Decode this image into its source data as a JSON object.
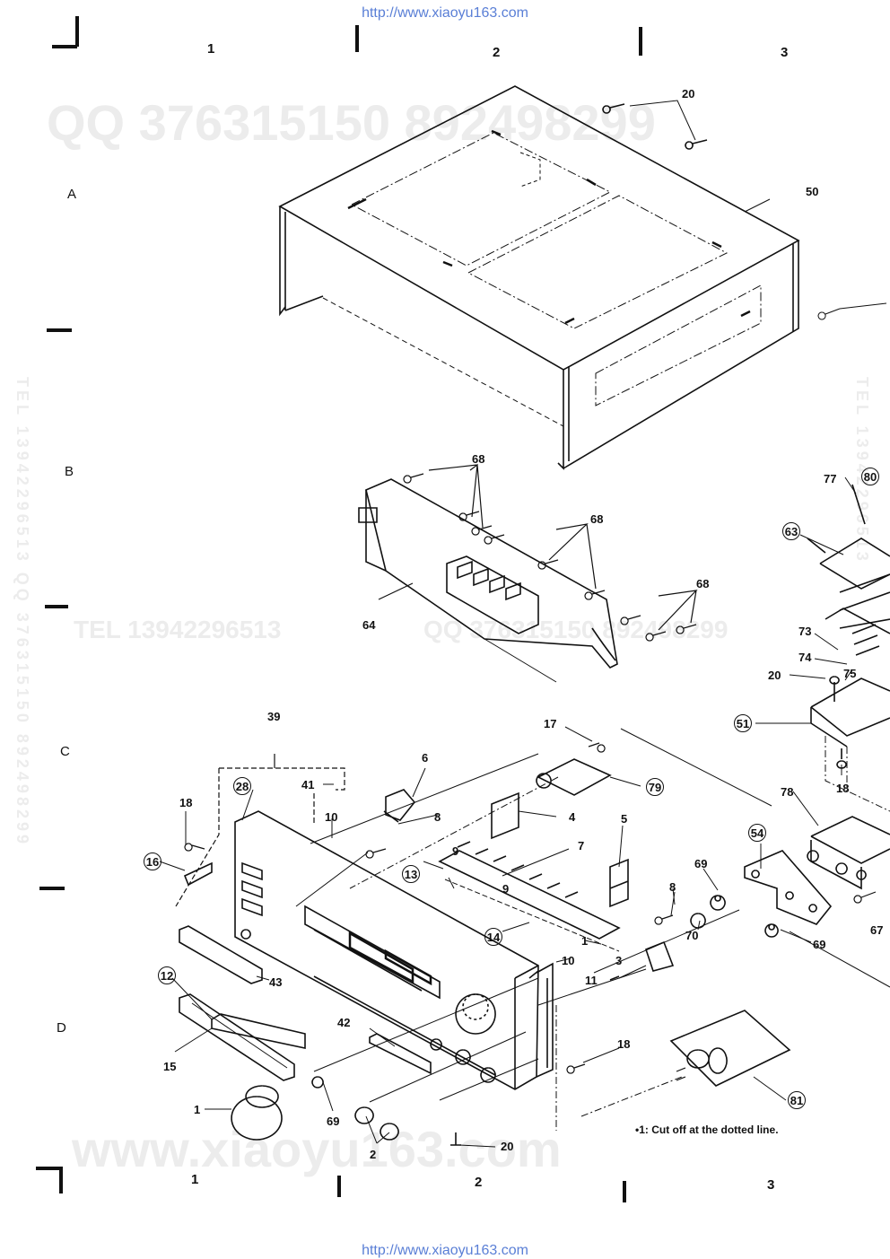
{
  "header_url": "http://www.xiaoyu163.com",
  "footer_url": "http://www.xiaoyu163.com",
  "watermarks": {
    "qq": "QQ 376315150   892498299",
    "tel": "TEL  13942296513",
    "mid_qq": "QQ 376315150  892498299",
    "site": "www.xiaoyu163.com",
    "vertical_left": "TEL 13942296513  QQ 376315150  892498299",
    "vertical_right": "TEL 13942296513"
  },
  "grid": {
    "top": [
      "1",
      "2",
      "3"
    ],
    "bottom": [
      "1",
      "2",
      "3"
    ],
    "rows": [
      "A",
      "B",
      "C",
      "D"
    ]
  },
  "labels": {
    "l20a": "20",
    "l50": "50",
    "l68a": "68",
    "l68b": "68",
    "l68c": "68",
    "l64": "64",
    "l77": "77",
    "l80": "80",
    "l63": "63",
    "l73": "73",
    "l74": "74",
    "l75": "75",
    "l20b": "20",
    "l51": "51",
    "l18a": "18",
    "l39": "39",
    "l28": "28",
    "l41": "41",
    "l10a": "10",
    "l8a": "8",
    "l6": "6",
    "l17": "17",
    "l79": "79",
    "l18b": "18",
    "l16": "16",
    "l4": "4",
    "l9a": "9",
    "l9b": "9",
    "l7": "7",
    "l5": "5",
    "l13": "13",
    "l78": "78",
    "l54": "54",
    "l69a": "69",
    "l8b": "8",
    "l70": "70",
    "l67": "67",
    "l69b": "69",
    "l14": "14",
    "l1a": "1",
    "l10b": "10",
    "l3": "3",
    "l11": "11",
    "l12": "12",
    "l43": "43",
    "l42": "42",
    "l15": "15",
    "l18c": "18",
    "l81": "81",
    "l1b": "1",
    "l69c": "69",
    "l2": "2",
    "l20c": "20"
  },
  "note": "•1: Cut off at the dotted line."
}
